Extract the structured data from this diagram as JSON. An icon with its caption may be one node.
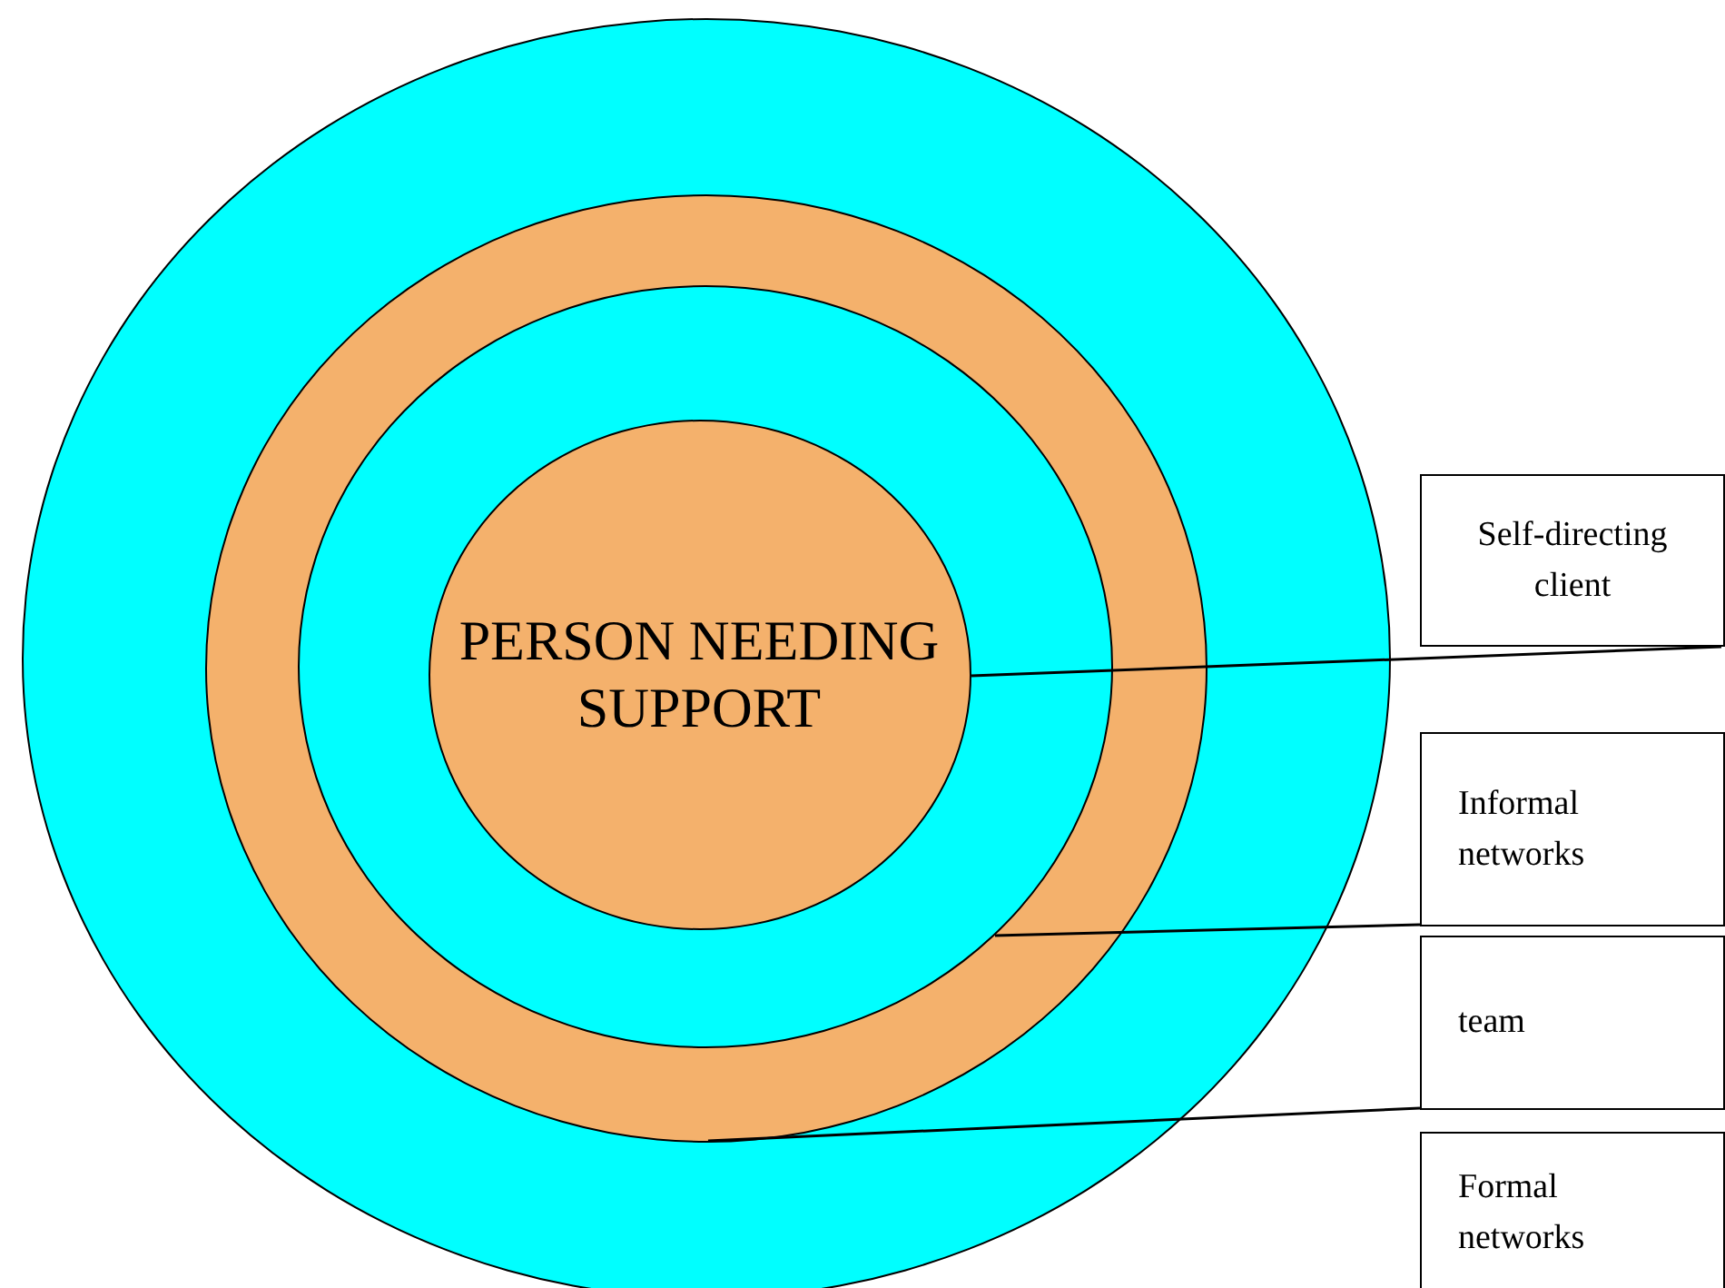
{
  "diagram": {
    "nodes": [
      {
        "text": [],
        "shape": "circle"
      },
      {
        "text": [],
        "shape": "circle",
        "in": 0
      },
      {
        "text": [],
        "shape": "circle",
        "in": 1
      },
      {
        "text": [
          "PERSON NEEDING SUPPORT"
        ],
        "in": 2
      },
      {
        "text": [
          "Self-directing client"
        ]
      },
      {
        "text": [
          "Informal networks"
        ]
      },
      {
        "text": [
          "team"
        ]
      },
      {
        "text": [
          "Formal networks"
        ]
      }
    ],
    "edges": [
      {
        "from": 3,
        "to": 4,
        "arrow": "none"
      },
      {
        "from": 2,
        "to": 5,
        "arrow": "none"
      },
      {
        "from": 1,
        "to": 6,
        "arrow": "none"
      }
    ]
  }
}
